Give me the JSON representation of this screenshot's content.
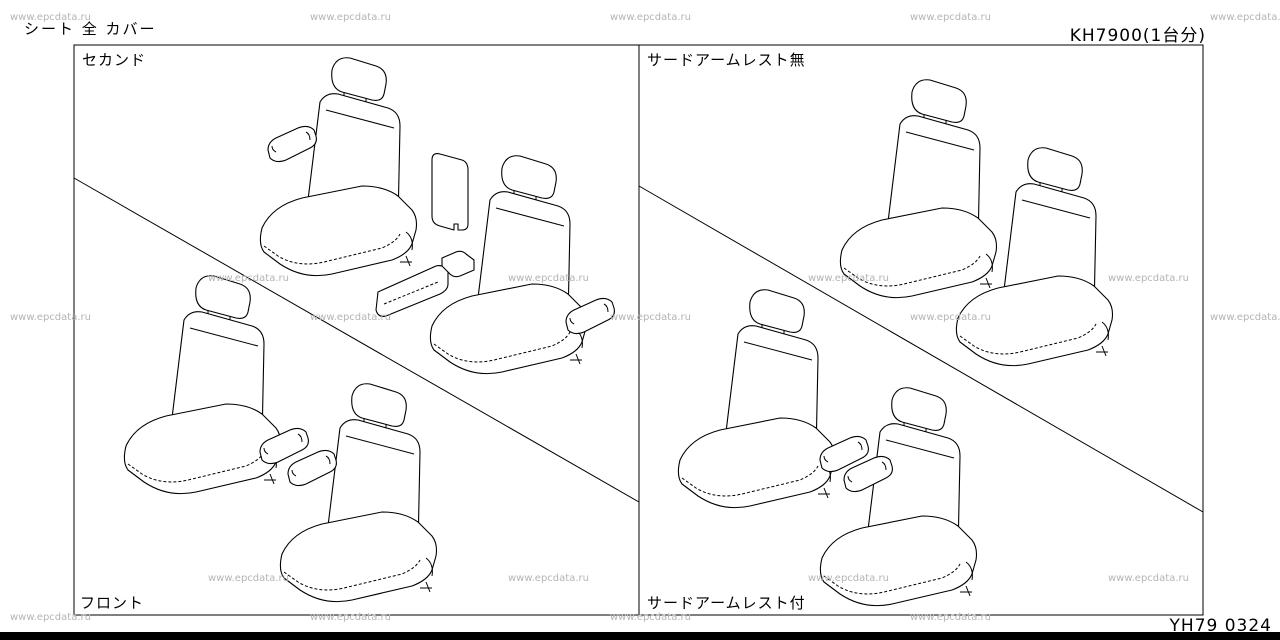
{
  "header": {
    "title": "シート 全 カバー",
    "code": "KH7900(1台分)"
  },
  "footer": {
    "code": "YH79 0324"
  },
  "panels": {
    "second": "セカンド",
    "front": "フロント",
    "no_armrest": "サードアームレスト無",
    "with_armrest": "サードアームレスト付"
  },
  "watermark": "www.epcdata.ru",
  "colors": {
    "line": "#000000",
    "watermark": "#b4b4b4",
    "background": "#ffffff"
  }
}
